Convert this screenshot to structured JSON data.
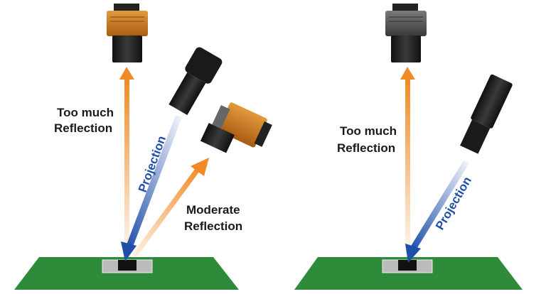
{
  "left_panel": {
    "vertical_label_line1": "Too much",
    "vertical_label_line2": "Reflection",
    "projection_label": "Projection",
    "angled_label_line1": "Moderate",
    "angled_label_line2": "Reflection"
  },
  "right_panel": {
    "vertical_label_line1": "Too much",
    "vertical_label_line2": "Reflection",
    "projection_label": "Projection"
  },
  "colors": {
    "reflection_arrow": "#f08a24",
    "projection_arrow": "#1f4fa8",
    "pcb": "#2e8b3a",
    "camera_orange": "#c8751e",
    "camera_gray": "#5a5a5a"
  }
}
